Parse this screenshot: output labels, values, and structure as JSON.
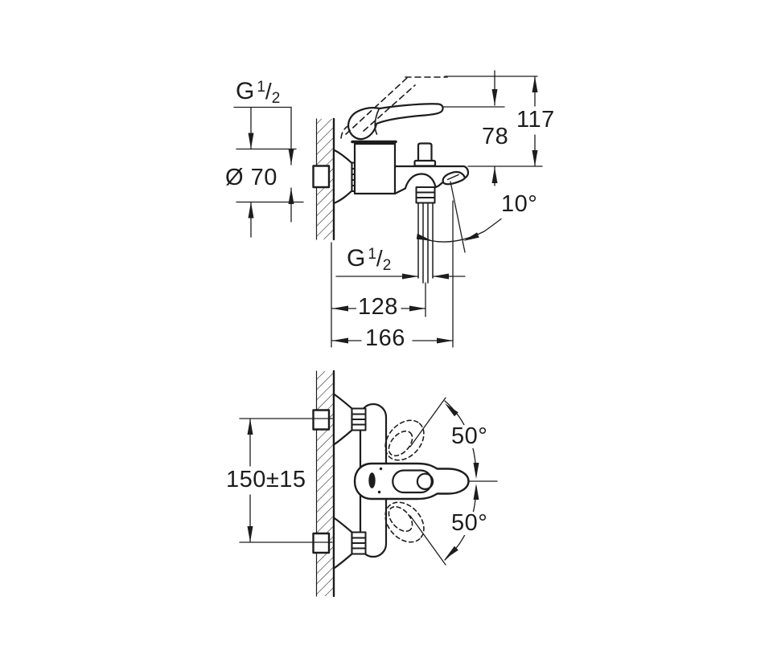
{
  "colors": {
    "line": "#1d1d1d",
    "background": "#ffffff"
  },
  "side_view": {
    "g_half_inlet": {
      "g": "G",
      "sup": "1",
      "slash": "/",
      "sub": "2"
    },
    "escutcheon_diameter": "Ø 70",
    "height_to_open_lever": "117",
    "height_to_closed_lever": "78",
    "outlet_angle": "10°",
    "g_half_outlet": {
      "g": "G",
      "sup": "1",
      "slash": "/",
      "sub": "2"
    },
    "wall_to_outlet": "128",
    "wall_to_spout_tip": "166"
  },
  "front_view": {
    "inlet_spacing": "150±15",
    "lever_swing_up": "50°",
    "lever_swing_down": "50°"
  }
}
